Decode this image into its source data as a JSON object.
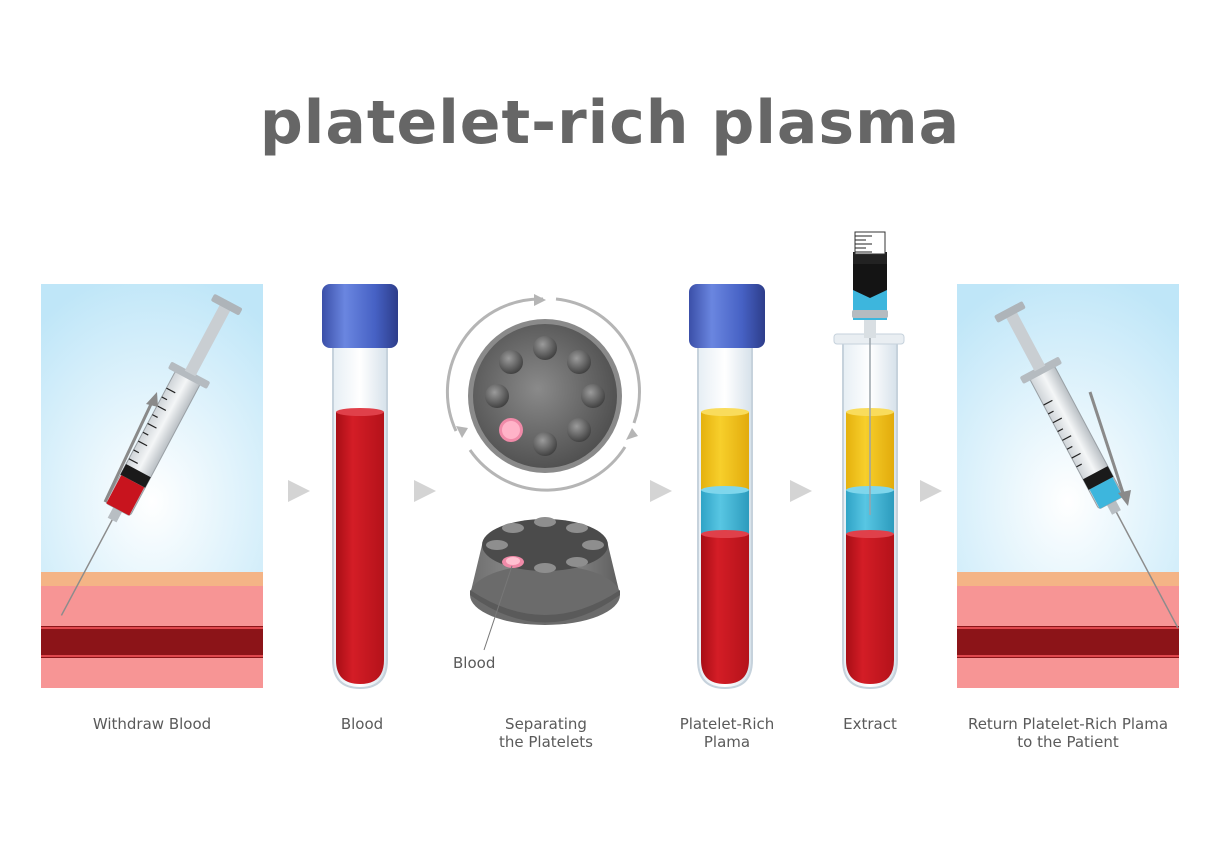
{
  "title": "platelet-rich plasma",
  "steps": [
    {
      "label": "Withdraw  Blood"
    },
    {
      "label": "Blood"
    },
    {
      "label": "Separating\nthe Platelets"
    },
    {
      "label": "Platelet-Rich\nPlama"
    },
    {
      "label": "Extract"
    },
    {
      "label": "Return Platelet-Rich Plama\nto the Patient"
    }
  ],
  "centrifuge_callout": "Blood",
  "icons": [
    "syringe-icon",
    "blood-tube-icon",
    "centrifuge-icon",
    "arrow-right-icon"
  ],
  "colors": {
    "blood": "#c8141e",
    "plasma": "#f2c21a",
    "platelet_layer": "#3fb6d6",
    "cap": "#4a66c9",
    "title": "#666666",
    "sky": "#c8e9f8",
    "skin": "#f4b486",
    "tissue": "#f79595",
    "vein": "#8c1418"
  }
}
